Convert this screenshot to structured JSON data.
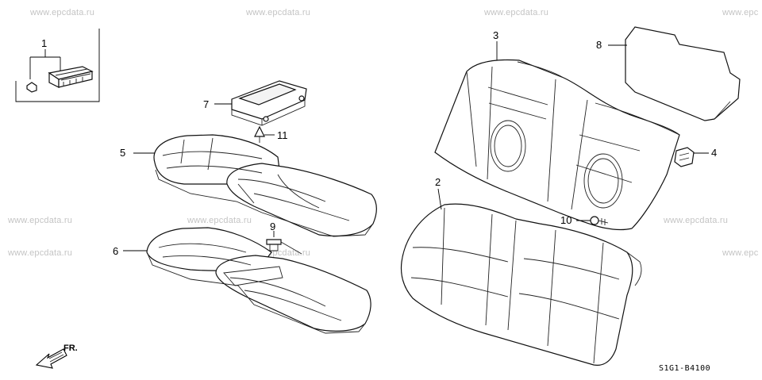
{
  "watermark_text": "www.epcdata.ru",
  "watermark_edge_text": "www.epc",
  "diagram_code": "S1G1-B4100",
  "direction_label": "FR.",
  "callouts": {
    "p1": "1",
    "p2": "2",
    "p3": "3",
    "p4": "4",
    "p5": "5",
    "p6": "6",
    "p7": "7",
    "p8": "8",
    "p9": "9",
    "p10": "10",
    "p11": "11"
  }
}
